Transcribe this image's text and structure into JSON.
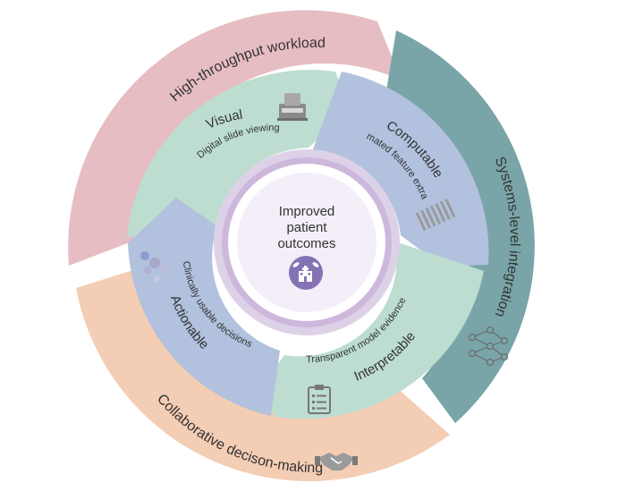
{
  "center": {
    "line1": "Improved",
    "line2": "patient",
    "line3": "outcomes",
    "icon": "hospital-medicine-icon"
  },
  "outer_ring": {
    "throughput": "High-throughput workload",
    "systems": "Systems-level integration",
    "collab": "Collaborative decison-making"
  },
  "inner_ring": {
    "visual_title": "Visual",
    "visual_sub": "Digital slide viewing",
    "computable_title": "Computable",
    "computable_sub": "Automated feature extraction",
    "interpretable_title": "Interpretable",
    "interpretable_sub": "Transparent model evidence",
    "actionable_title": "Actionable",
    "actionable_sub": "Clinically usable decisions"
  },
  "icons": {
    "visual": "slide-scanner-icon",
    "computable": "feature-stack-icon",
    "interpretable": "clipboard-checklist-icon",
    "actionable": "decision-cells-icon",
    "systems": "neural-network-icon",
    "collab": "handshake-icon"
  },
  "colors": {
    "pink": "#e6bdc2",
    "teal": "#79a5a8",
    "peach": "#f3cdb4",
    "mint": "#b3d7cb",
    "blue": "#b1c1de",
    "green": "#bcddd0",
    "purple_light": "#ddd1e8",
    "purple_ring": "#cdb8dc",
    "purple_dark": "#8572b5"
  }
}
